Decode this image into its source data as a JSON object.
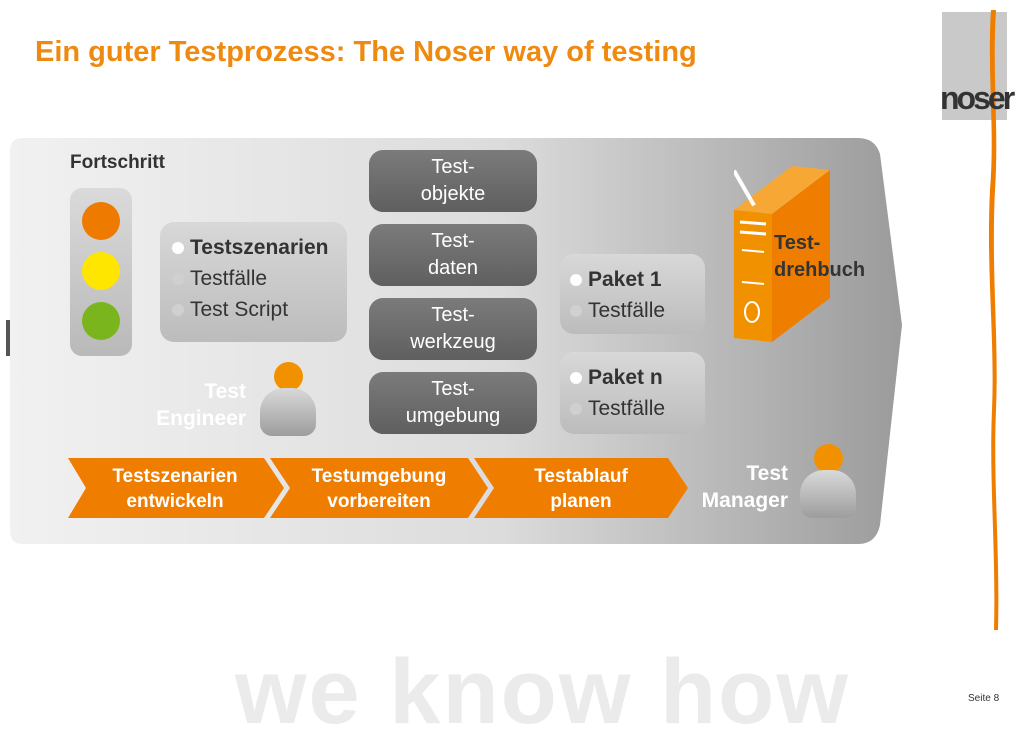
{
  "title": "Ein guter Testprozess: The Noser way of testing",
  "logo": "noser",
  "watermark": "we know how",
  "page": "Seite 8",
  "progress_label": "Fortschritt",
  "scenario_box": {
    "items": [
      {
        "text": "Testszenarien",
        "bold": true
      },
      {
        "text": "Testfälle",
        "bold": false
      },
      {
        "text": "Test Script",
        "bold": false
      }
    ]
  },
  "resource_boxes": [
    {
      "line1": "Test-",
      "line2": "objekte"
    },
    {
      "line1": "Test-",
      "line2": "daten"
    },
    {
      "line1": "Test-",
      "line2": "werkzeug"
    },
    {
      "line1": "Test-",
      "line2": "umgebung"
    }
  ],
  "package_boxes": [
    {
      "title": "Paket 1",
      "sub": "Testfälle"
    },
    {
      "title": "Paket n",
      "sub": "Testfälle"
    }
  ],
  "folder": {
    "line1": "Test-",
    "line2": "drehbuch"
  },
  "roles": {
    "engineer": {
      "line1": "Test",
      "line2": "Engineer"
    },
    "manager": {
      "line1": "Test",
      "line2": "Manager"
    }
  },
  "steps": [
    {
      "line1": "Testszenarien",
      "line2": "entwickeln"
    },
    {
      "line1": "Testumgebung",
      "line2": "vorbereiten"
    },
    {
      "line1": "Testablauf",
      "line2": "planen"
    }
  ],
  "colors": {
    "accent": "#ee8a10",
    "step": "#ef7d00",
    "light_red": "#ee7b00",
    "light_yellow": "#ffe600",
    "light_green": "#7ab51d"
  }
}
